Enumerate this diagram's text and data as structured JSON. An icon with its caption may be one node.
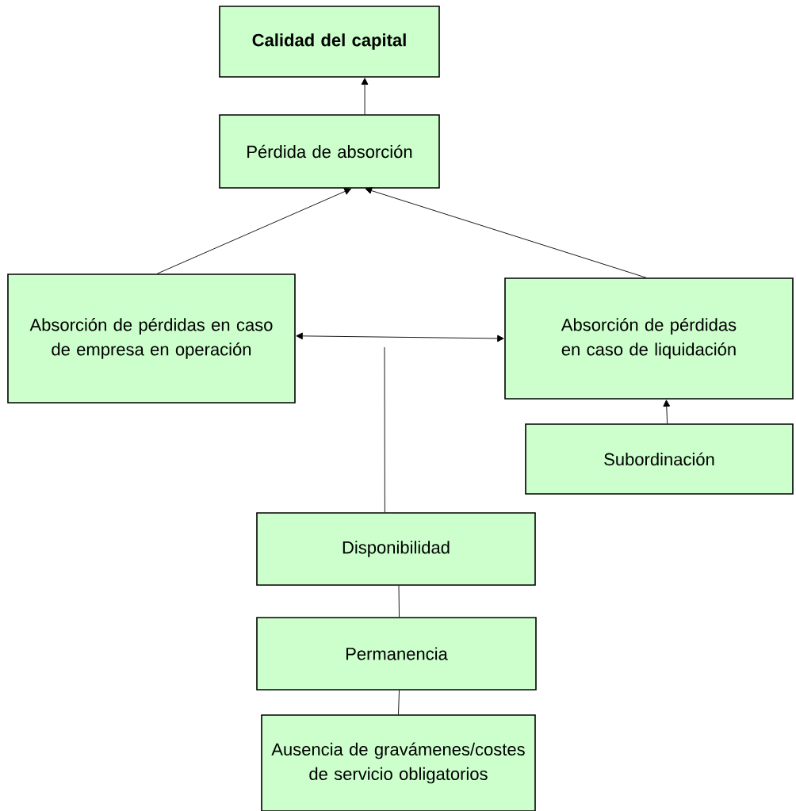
{
  "diagram": {
    "nodes": [
      {
        "text": [
          "Calidad del capital"
        ]
      },
      {
        "text": [
          "Pérdida de absorción"
        ]
      },
      {
        "text": [
          "Absorción de pérdidas en caso de empresa en operación"
        ]
      },
      {
        "text": [
          "Absorción de pérdidas en caso de liquidación"
        ]
      },
      {
        "text": [
          "Subordinación"
        ]
      },
      {
        "text": [
          "Disponibilidad"
        ]
      },
      {
        "text": [
          "Permanencia"
        ]
      },
      {
        "text": [
          "Ausencia de gravámenes/costes de servicio obligatorios"
        ]
      }
    ],
    "edges": [
      {
        "from": 1,
        "to": 0,
        "arrow": "to"
      },
      {
        "from": 2,
        "to": 1,
        "arrow": "to"
      },
      {
        "from": 3,
        "to": 1,
        "arrow": "to"
      },
      {
        "from": 2,
        "to": 3,
        "arrow": "both"
      },
      {
        "from": 4,
        "to": 3,
        "arrow": "to"
      },
      {
        "from": 5,
        "to": null,
        "arrow": "none"
      },
      {
        "from": 5,
        "to": 6,
        "arrow": "none"
      },
      {
        "from": 6,
        "to": 7,
        "arrow": "none"
      }
    ]
  }
}
